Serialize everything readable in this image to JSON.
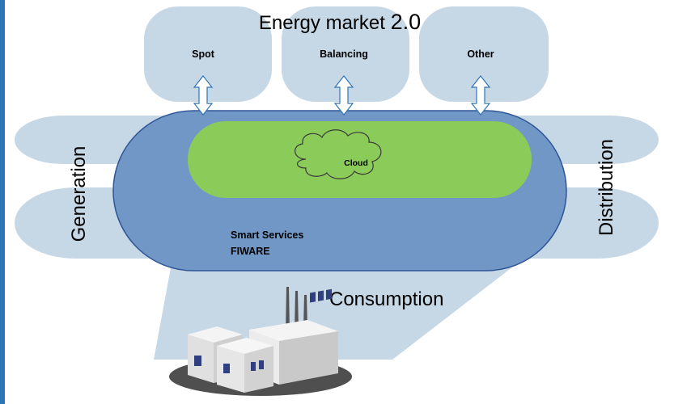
{
  "title": {
    "text": "Energy market ",
    "version": "2.0"
  },
  "markets": [
    {
      "label": "Spot"
    },
    {
      "label": "Balancing"
    },
    {
      "label": "Other"
    }
  ],
  "side_labels": {
    "left": "Generation",
    "right": "Distribution"
  },
  "core": {
    "cloud_label": "Cloud",
    "services_line1": "Smart Services",
    "services_line2": "FIWARE"
  },
  "consumption_label": "Consumption",
  "icons": [
    "up-down-arrow-icon",
    "cloud-icon",
    "factory-icon"
  ],
  "colors": {
    "frame_left_border": "#2E75B6",
    "light_band": "#C6D7E6",
    "service_ring": "#7097C6",
    "service_ring_edge": "#2F5597",
    "cloud_core": "#8BCB5A",
    "factory_wall": "#E8E8E8",
    "factory_window": "#2F3F7F"
  }
}
